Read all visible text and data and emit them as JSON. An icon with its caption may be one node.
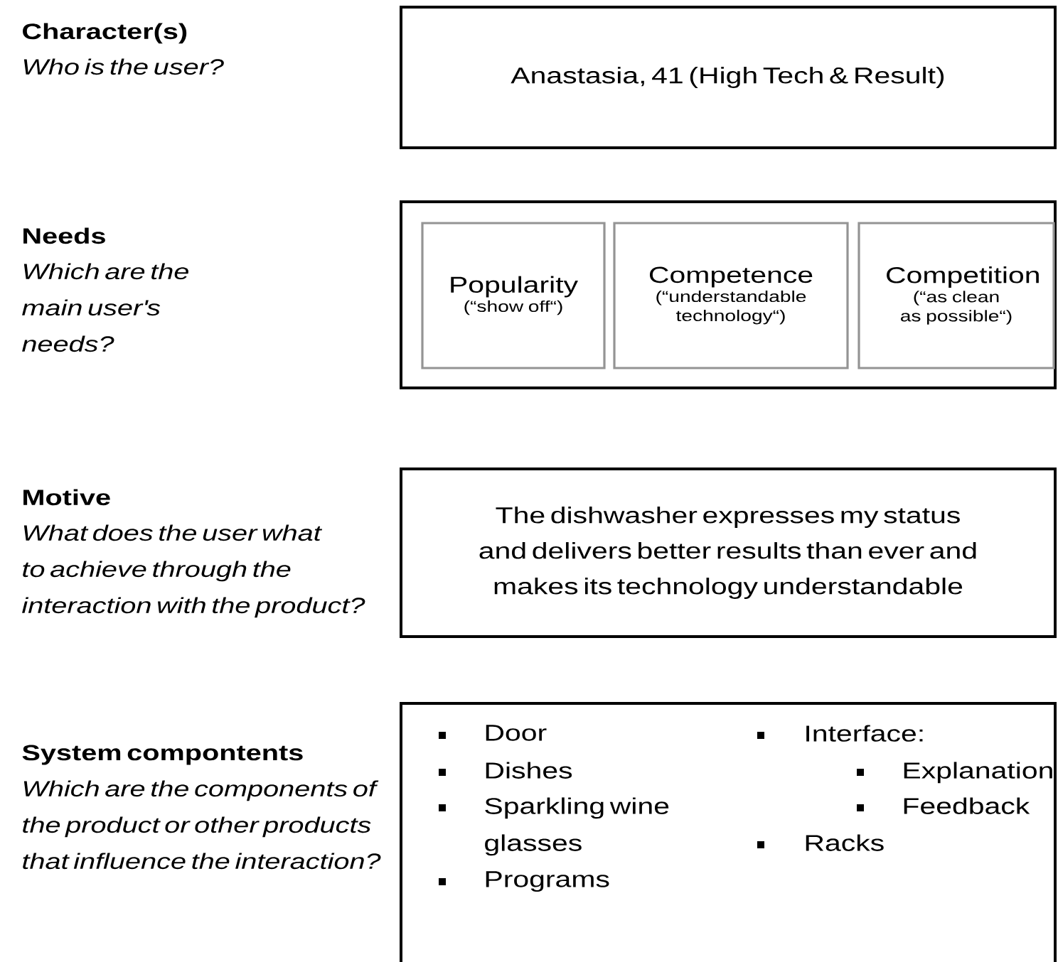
{
  "diagram": {
    "nodes": [
      {
        "text": [
          "Anastasia, 41 (High Tech & Result)"
        ]
      },
      {
        "text": [],
        "shape": "box"
      },
      {
        "text": [
          "Popularity",
          "(“show off“)"
        ],
        "in": 1
      },
      {
        "text": [
          "Competence",
          "(“understandable technology“)"
        ],
        "in": 1
      },
      {
        "text": [
          "Competition",
          "(“as clean as possible“)"
        ],
        "in": 1
      },
      {
        "text": [
          "The dishwasher expresses my status and delivers better results than ever and makes its technology understandable"
        ]
      },
      {
        "text": [
          "Door",
          "Dishes",
          "Sparkling wine glasses",
          "Programs",
          "Interface:",
          "Explanation",
          "Feedback",
          "Racks"
        ]
      }
    ],
    "edges": [],
    "labels": [
      "Character(s)",
      "Who is the user?",
      "Needs",
      "Which are the main user's needs?",
      "Motive",
      "What does the user what to achieve through the interaction with the product?",
      "System compontents",
      "Which are the components of the product or other products that influence the interaction?"
    ]
  }
}
